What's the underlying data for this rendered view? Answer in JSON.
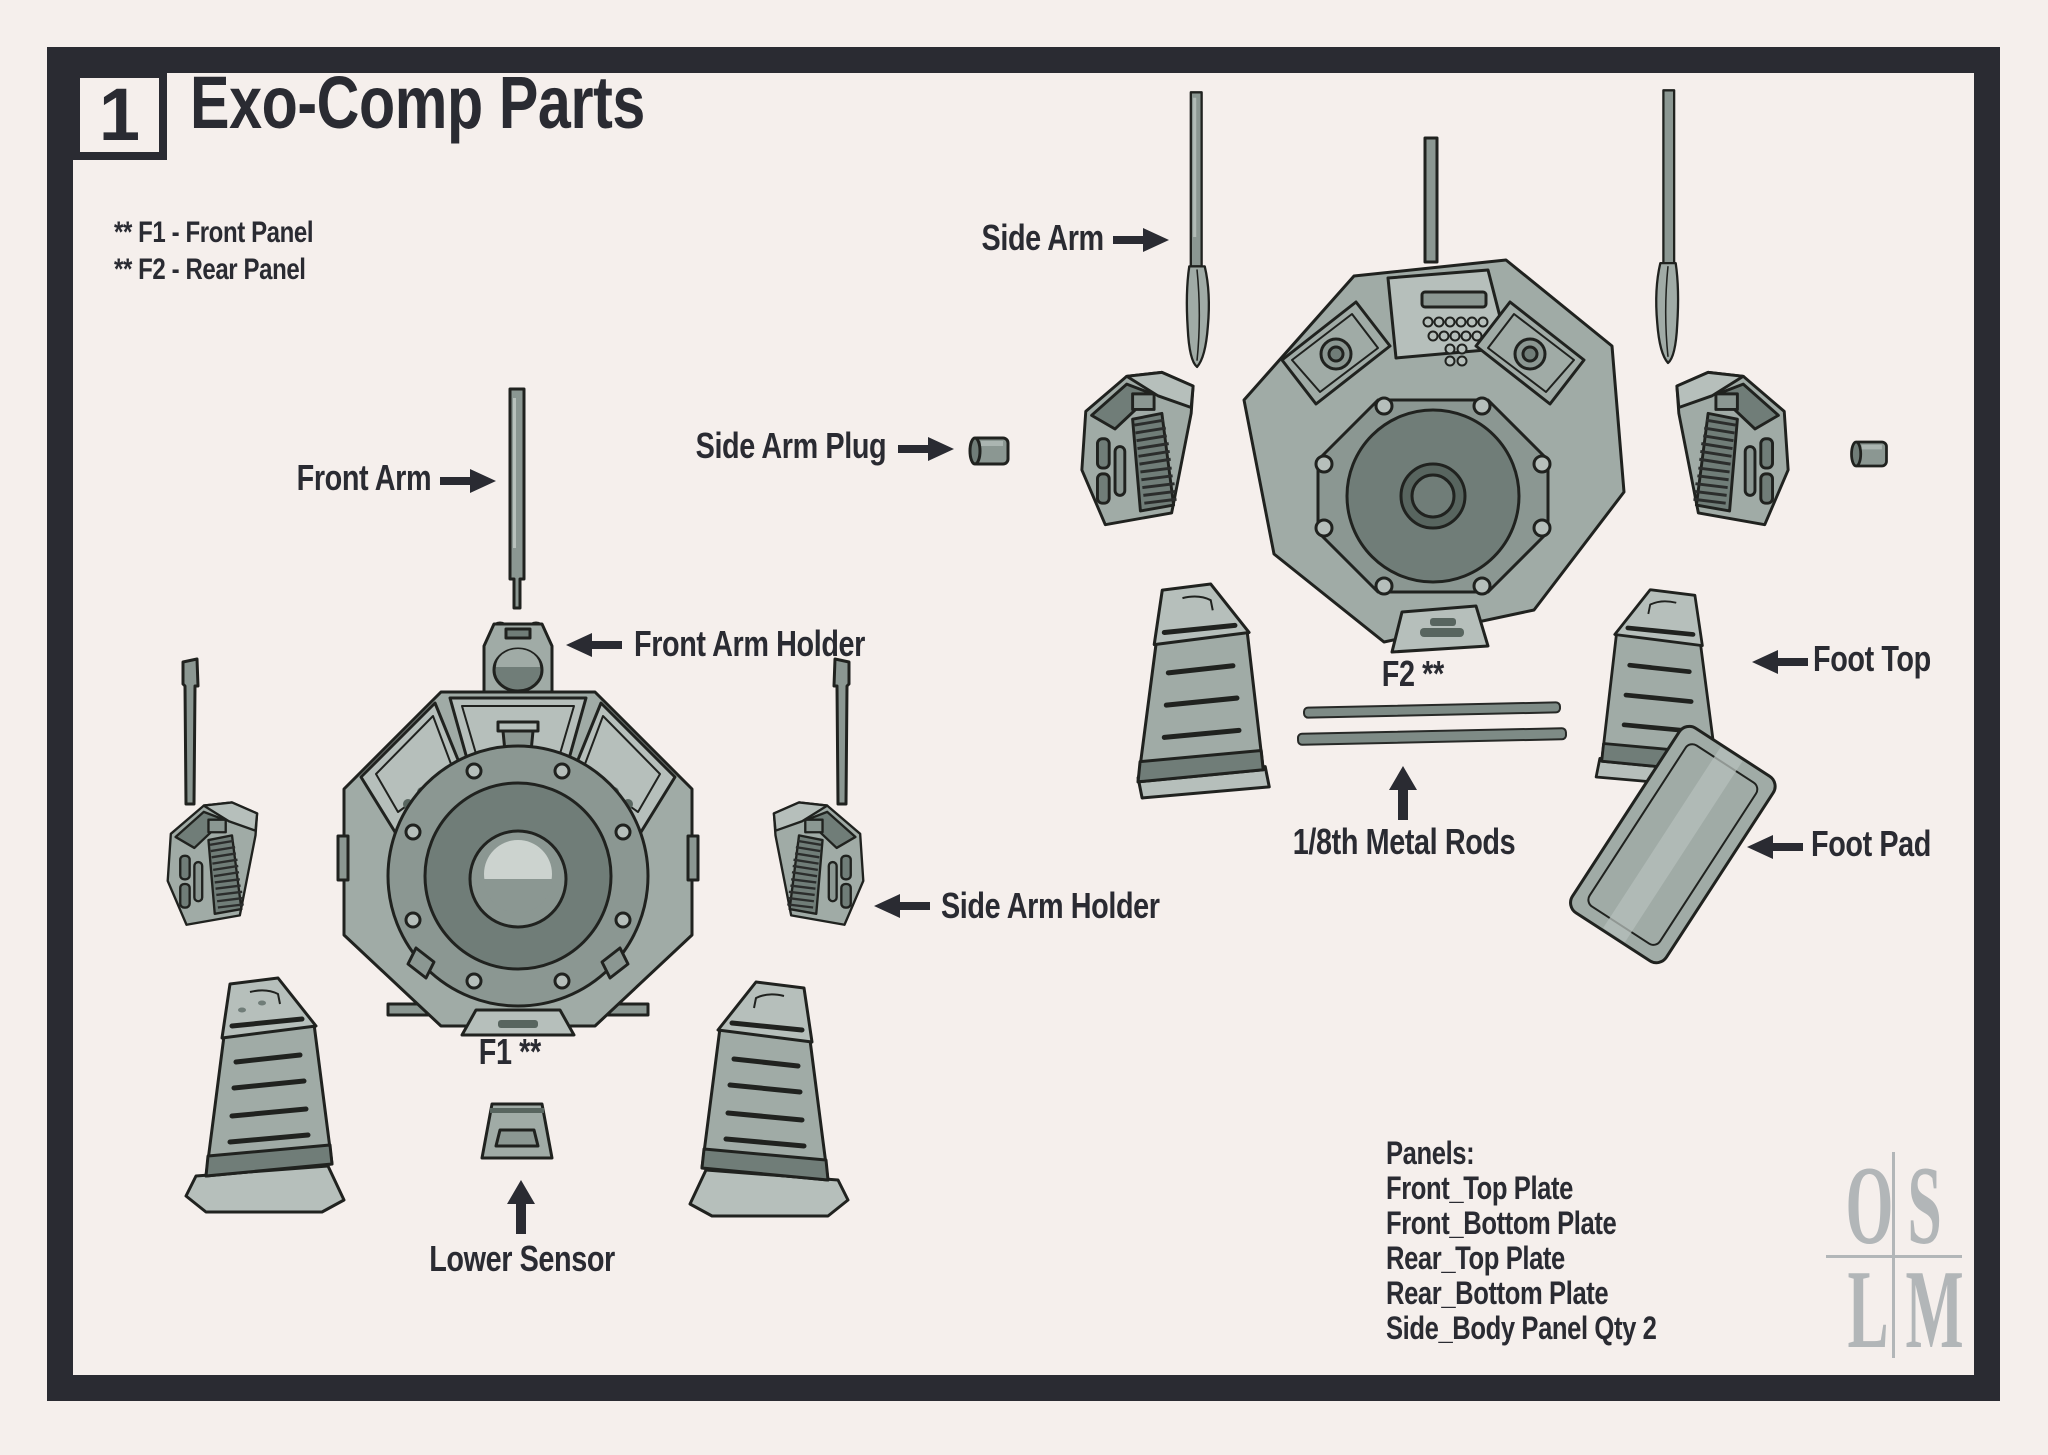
{
  "page": {
    "number": "1",
    "title": "Exo-Comp Parts"
  },
  "notes": [
    "** F1 - Front Panel",
    "** F2 - Rear Panel"
  ],
  "labels": {
    "side_arm": "Side Arm",
    "side_arm_plug": "Side Arm Plug",
    "front_arm": "Front Arm",
    "front_arm_holder": "Front Arm Holder",
    "side_arm_holder": "Side Arm Holder",
    "f1": "F1 **",
    "f2": "F2 **",
    "lower_sensor": "Lower Sensor",
    "metal_rods": "1/8th Metal Rods",
    "foot_top": "Foot Top",
    "foot_pad": "Foot Pad"
  },
  "panels": {
    "heading": "Panels:",
    "items": [
      "Front_Top Plate",
      "Front_Bottom Plate",
      "Rear_Top Plate",
      "Rear_Bottom Plate",
      "Side_Body Panel Qty 2"
    ]
  },
  "logo": {
    "letters": [
      "O",
      "S",
      "L",
      "M"
    ]
  },
  "colors": {
    "background": "#f5efec",
    "frame": "#2a2b32",
    "ink": "#2a2b32",
    "part_base": "#a0aba6",
    "part_light": "#b6bfbb",
    "part_mid": "#8b9792",
    "part_dark": "#707d78",
    "logo_gray": "#b2b6b8"
  }
}
